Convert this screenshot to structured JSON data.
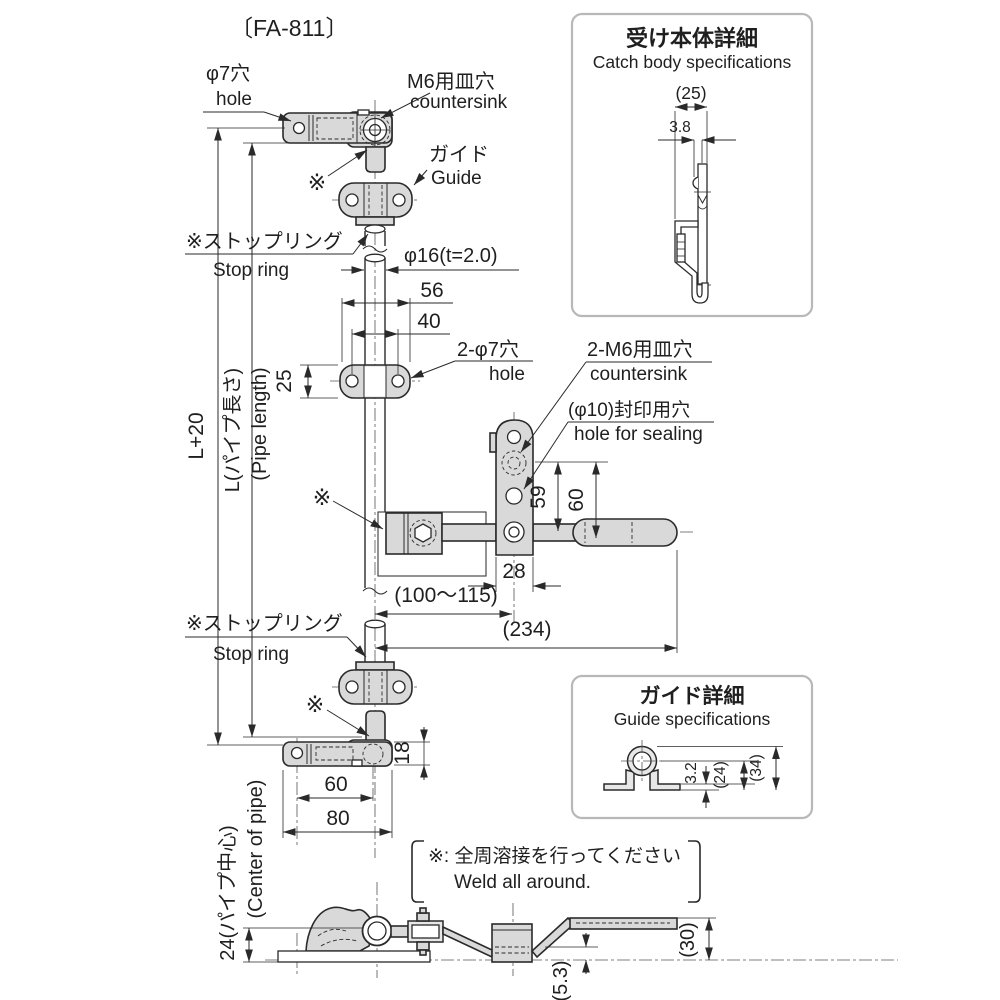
{
  "drawing": {
    "title": "〔FA-811〕",
    "labels": {
      "hole_jp": "φ7穴",
      "hole_en": "hole",
      "countersink_jp": "M6用皿穴",
      "countersink_en": "countersink",
      "guide_jp": "ガイド",
      "guide_en": "Guide",
      "stop_ring_jp": "※ストップリング",
      "stop_ring_en": "Stop ring",
      "pipe_spec": "φ16(t=2.0)",
      "holes2_jp": "2-φ7穴",
      "holes2_en": "hole",
      "countersink2_jp": "2-M6用皿穴",
      "countersink2_en": "countersink",
      "sealing_jp": "(φ10)封印用穴",
      "sealing_en": "hole for sealing",
      "ref_mark": "※"
    },
    "dims": {
      "d56": "56",
      "d40": "40",
      "d25": "25",
      "d59": "59",
      "d60r": "60",
      "d28": "28",
      "range": "(100〜115)",
      "total": "(234)",
      "d18": "18",
      "d60": "60",
      "d80": "80",
      "l20": "L+20",
      "l_jp": "L(パイプ長さ)",
      "l_en": "(Pipe length)",
      "c24_jp": "24(パイプ中心)",
      "c24_en": "(Center of pipe)",
      "d30": "(30)",
      "d53": "(5.3)"
    },
    "catch_box": {
      "title_jp": "受け本体詳細",
      "title_en": "Catch body specifications",
      "d25": "(25)",
      "d38": "3.8"
    },
    "guide_box": {
      "title_jp": "ガイド詳細",
      "title_en": "Guide specifications",
      "d32": "3.2",
      "d24": "(24)",
      "d34": "(34)"
    },
    "note": {
      "jp": "※: 全周溶接を行ってください",
      "en": "Weld all around."
    },
    "colors": {
      "line": "#2a2a2a",
      "metal_fill": "#d9d9d9",
      "box_border": "#b8b8b8"
    }
  }
}
